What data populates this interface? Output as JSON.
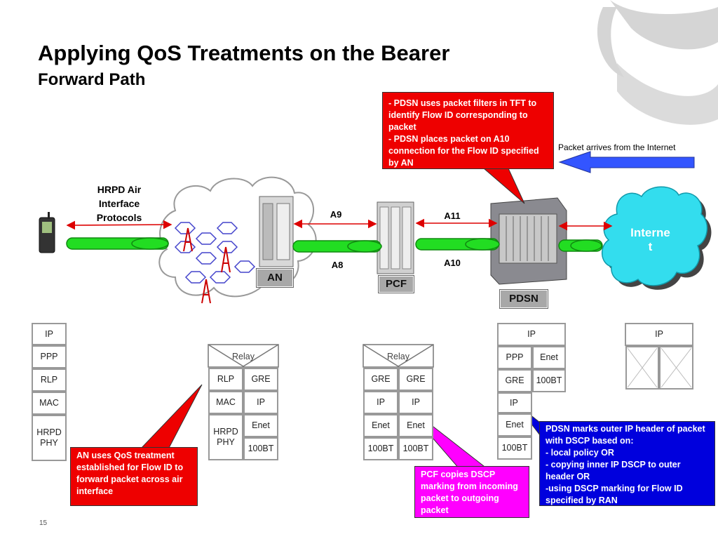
{
  "title": "Applying QoS Treatments on the Bearer",
  "subtitle": "Forward Path",
  "page_number": "15",
  "callouts": {
    "pdsn_filters": [
      "- PDSN uses packet filters in TFT to identify Flow ID corresponding to packet",
      "- PDSN places packet on A10 connection for the Flow ID specified by AN"
    ],
    "an_qos": "AN uses QoS treatment established for Flow ID to forward packet across air interface",
    "pcf_dscp": "PCF copies DSCP marking from incoming packet to outgoing packet",
    "pdsn_marks": [
      "PDSN marks outer IP header of packet with DSCP based on:",
      "- local policy OR",
      "- copying inner IP DSCP to outer header OR",
      "-using DSCP marking for Flow ID specified by RAN"
    ]
  },
  "labels": {
    "packet_arrives": "Packet arrives from the Internet",
    "hrpd_air": [
      "HRPD Air",
      "Interface",
      "Protocols"
    ],
    "a9": "A9",
    "a8": "A8",
    "a11": "A11",
    "a10": "A10",
    "internet": [
      "Interne",
      "t"
    ]
  },
  "nodes": {
    "an": "AN",
    "pcf": "PCF",
    "pdsn": "PDSN"
  },
  "stacks": {
    "mobile": [
      "IP",
      "PPP",
      "RLP",
      "MAC",
      "HRPD PHY"
    ],
    "an": {
      "relay": "Relay",
      "left": [
        "RLP",
        "MAC",
        "HRPD PHY"
      ],
      "right": [
        "GRE",
        "IP",
        "Enet",
        "100BT"
      ]
    },
    "pcf": {
      "relay": "Relay",
      "left": [
        "GRE",
        "IP",
        "Enet",
        "100BT"
      ],
      "right": [
        "GRE",
        "IP",
        "Enet",
        "100BT"
      ]
    },
    "pdsn": {
      "top": "IP",
      "left": [
        "PPP",
        "GRE",
        "IP",
        "Enet",
        "100BT"
      ],
      "right": [
        "Enet",
        "100BT"
      ]
    },
    "internet": {
      "top": "IP"
    }
  },
  "colors": {
    "red_callout": "#ee0000",
    "blue_callout": "#0000dd",
    "magenta_callout": "#ff00ff",
    "tunnel_green": "#22dd22",
    "internet_cloud": "#33ddee",
    "arrow_blue": "#3355ff"
  }
}
